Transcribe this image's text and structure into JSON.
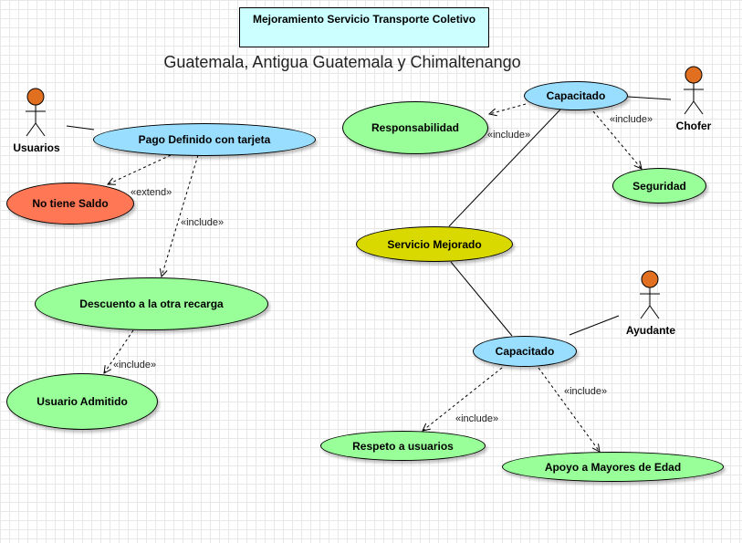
{
  "title": "Mejoramiento Servicio Transporte Coletivo",
  "subtitle": "Guatemala, Antigua Guatemala y Chimaltenango",
  "actors": {
    "usuarios": "Usuarios",
    "chofer": "Chofer",
    "ayudante": "Ayudante"
  },
  "use_cases": {
    "pago": "Pago Definido con tarjeta",
    "no_saldo": "No tiene Saldo",
    "descuento": "Descuento a la otra recarga",
    "usuario_admitido": "Usuario Admitido",
    "capacitado_chofer": "Capacitado",
    "responsabilidad": "Responsabilidad",
    "seguridad": "Seguridad",
    "servicio_mejorado": "Servicio Mejorado",
    "capacitado_ayudante": "Capacitado",
    "respeto": "Respeto a usuarios",
    "apoyo": "Apoyo a Mayores de Edad"
  },
  "stereotypes": {
    "extend": "«extend»",
    "include": "«include»"
  },
  "colors": {
    "use_case_green": "#99ff99",
    "use_case_blue": "#99ddff",
    "use_case_red": "#ff7755",
    "use_case_yellow": "#d9d900",
    "actor_head": "#e07020",
    "title_box": "#ccffff"
  }
}
